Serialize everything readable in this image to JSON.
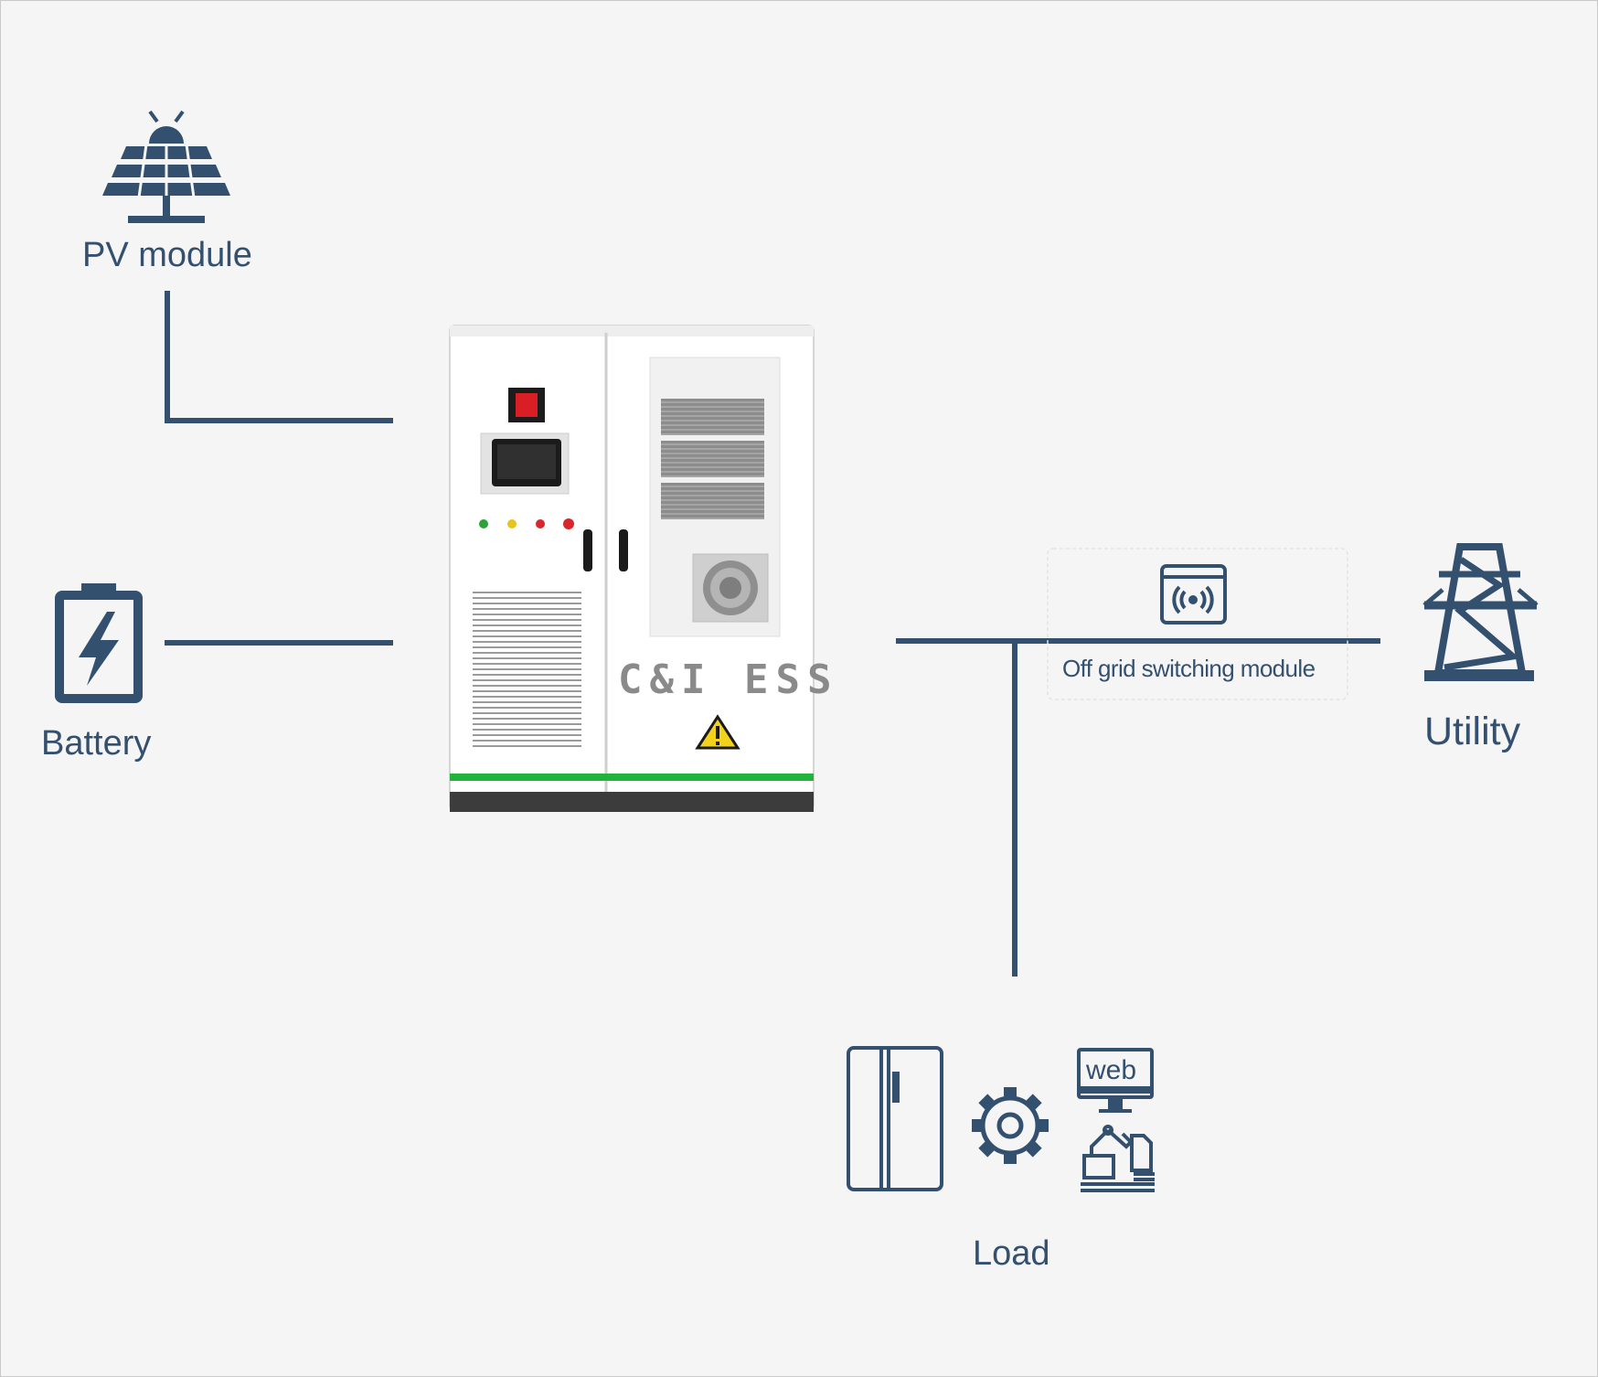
{
  "labels": {
    "pv": "PV module",
    "battery": "Battery",
    "utility": "Utility",
    "load": "Load",
    "offgrid": "Off grid switching module",
    "cabinet": "C&I ESS",
    "web": "web"
  },
  "colors": {
    "line": "#34506f",
    "background": "#f5f5f5",
    "green_strip": "#22b33a"
  },
  "icons": [
    "solar-panel-icon",
    "battery-icon",
    "transmission-tower-icon",
    "wireless-module-icon",
    "refrigerator-icon",
    "gear-icon",
    "web-monitor-icon",
    "robot-arm-icon"
  ]
}
